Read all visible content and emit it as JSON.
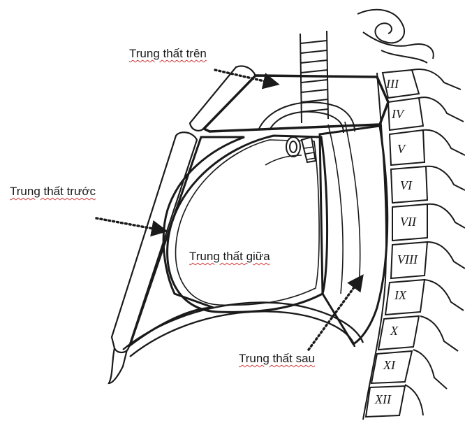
{
  "labels": {
    "superior": "Trung thất trên",
    "anterior": "Trung thất trước",
    "middle": "Trung thất giữa",
    "posterior": "Trung thất sau"
  },
  "vertebrae": [
    "III",
    "IV",
    "V",
    "VI",
    "VII",
    "VIII",
    "IX",
    "X",
    "XI",
    "XII"
  ],
  "colors": {
    "line": "#1a1a1a",
    "annotation_underline": "#d23a3a",
    "background": "#ffffff"
  }
}
